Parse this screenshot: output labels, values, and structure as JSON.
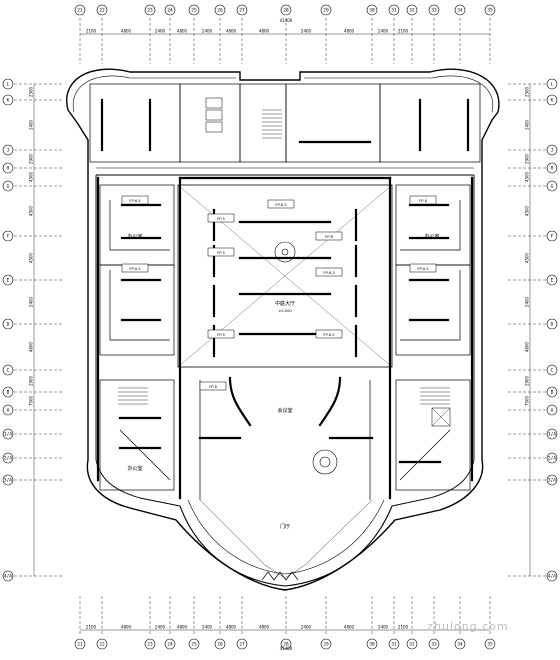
{
  "drawing": {
    "grid_top": [
      "21",
      "22",
      "23",
      "24",
      "25",
      "26",
      "27",
      "28",
      "29",
      "30",
      "31",
      "32",
      "33",
      "34",
      "35"
    ],
    "grid_left": [
      "L",
      "K",
      "J",
      "H",
      "G",
      "F",
      "E",
      "D",
      "C",
      "B",
      "A",
      "1/A",
      "2/A",
      "3/A",
      "4/A"
    ],
    "grid_right": [
      "L",
      "K",
      "J",
      "H",
      "G",
      "F",
      "E",
      "D",
      "C",
      "B",
      "A",
      "1/A",
      "2/A",
      "3/A",
      "4/A"
    ],
    "top_total_dim": "41400",
    "bottom_total_dim": "41400",
    "top_dims": [
      "2100",
      "4800",
      "2400",
      "4800",
      "2400",
      "4800",
      "4800",
      "2400",
      "4800",
      "2400",
      "2100"
    ],
    "bottom_dims": [
      "2100",
      "4800",
      "2400",
      "4800",
      "2400",
      "4800",
      "4800",
      "2400",
      "4800",
      "2400",
      "2100"
    ],
    "left_dims": [
      "2500",
      "1400",
      "2900",
      "4500",
      "4500",
      "4500",
      "2400",
      "4600",
      "2900",
      "7500"
    ],
    "right_dims": [
      "2500",
      "1400",
      "2900",
      "4500",
      "4500",
      "4500",
      "2400",
      "4600",
      "2900",
      "7500"
    ],
    "rooms": {
      "hall": "中庭大厅",
      "lobby": "门厅",
      "office_left": "办公室",
      "office_right": "办公室",
      "office_lower": "办公室",
      "meeting": "会议室"
    },
    "unit_tags": [
      "FP-6.3",
      "FP-5",
      "FP-6.3",
      "FP-8",
      "FP-6.3",
      "FP-5",
      "FP-6.3",
      "FP-8",
      "FP-6.3",
      "FP-5",
      "FP-6.3",
      "FP-8"
    ],
    "elevation_tag": "±0.000",
    "watermark": "zhulong.com"
  }
}
